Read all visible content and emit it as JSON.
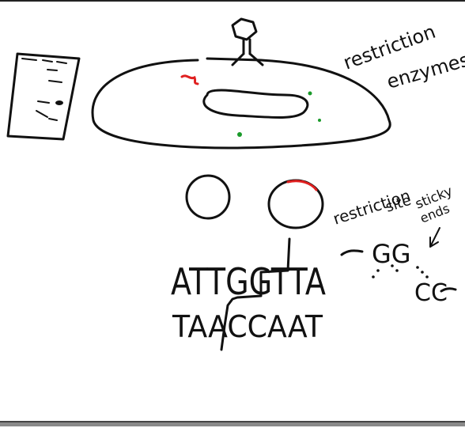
{
  "labels": {
    "restriction_enzymes_line1": "restriction",
    "restriction_enzymes_line2": "enzymes",
    "restriction_site_line1": "restriction",
    "restriction_site_line2": "site",
    "sticky_ends_line1": "sticky",
    "sticky_ends_line2": "ends"
  },
  "sequence": {
    "top_strand": "ATTGGTTA",
    "bottom_strand": "TAACCAAT"
  },
  "sticky_end_fragments": {
    "top": "GG",
    "bottom": "CC"
  },
  "colors": {
    "ink": "#111111",
    "cut_mark": "#e02020",
    "dots": "#1a9a2a",
    "bar": "#8a8a8a"
  }
}
